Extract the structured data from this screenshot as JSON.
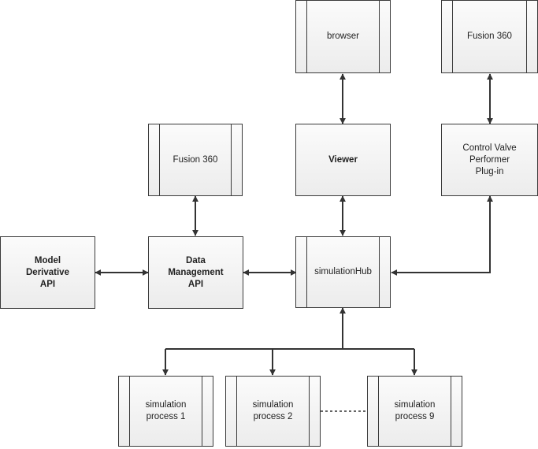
{
  "nodes": {
    "browser": "browser",
    "fusion_top": "Fusion 360",
    "fusion_mid": "Fusion 360",
    "viewer": "Viewer",
    "control_valve": "Control Valve\nPerformer\nPlug-in",
    "model_derivative": "Model\nDerivative\nAPI",
    "data_management": "Data\nManagement\nAPI",
    "simulation_hub": "simulationHub",
    "sim1": "simulation\nprocess 1",
    "sim2": "simulation\nprocess 2",
    "sim9": "simulation\nprocess 9"
  }
}
